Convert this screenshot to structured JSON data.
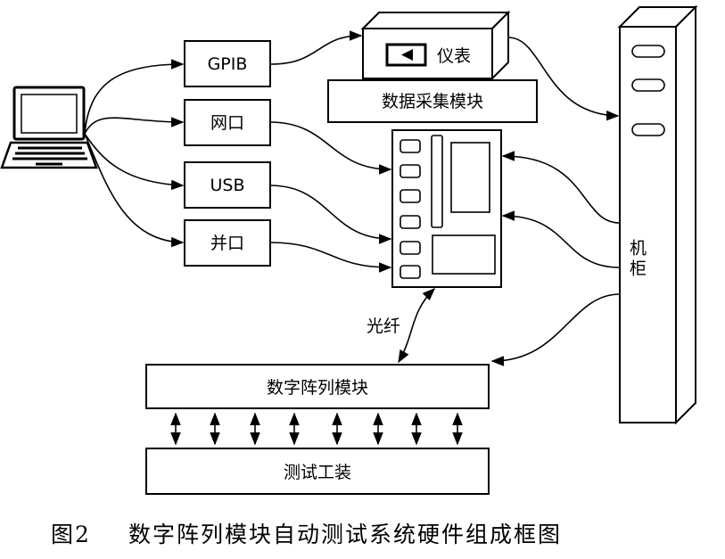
{
  "nodes": {
    "gpib": "GPIB",
    "lan": "网口",
    "usb": "USB",
    "parallel": "并口",
    "instrument": "仪表",
    "daq": "数据采集模块",
    "cabinet": "机柜",
    "fiber": "光纤",
    "digital_array": "数字阵列模块",
    "fixture": "测试工装"
  },
  "caption": {
    "figure": "图2",
    "title": "数字阵列模块自动测试系统硬件组成框图"
  },
  "icons": [
    "laptop-icon",
    "instrument-display-icon",
    "play-triangle-icon",
    "controller-unit-icon",
    "cabinet-icon"
  ]
}
